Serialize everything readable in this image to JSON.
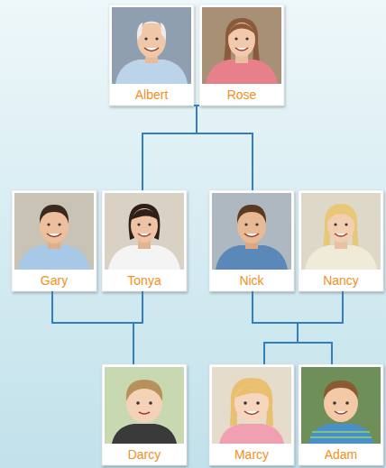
{
  "diagram": {
    "nodes": [
      {
        "text": [
          "Albert"
        ]
      },
      {
        "text": [
          "Rose"
        ]
      },
      {
        "text": [
          "Gary"
        ]
      },
      {
        "text": [
          "Tonya"
        ]
      },
      {
        "text": [
          "Nick"
        ]
      },
      {
        "text": [
          "Nancy"
        ]
      },
      {
        "text": [
          "Darcy"
        ]
      },
      {
        "text": [
          "Marcy"
        ]
      },
      {
        "text": [
          "Adam"
        ]
      }
    ],
    "edges": [
      {
        "from": 0,
        "to": 3,
        "arrow": "none"
      },
      {
        "from": 0,
        "to": 4,
        "arrow": "none"
      },
      {
        "from": 1,
        "to": 3,
        "arrow": "none"
      },
      {
        "from": 1,
        "to": 4,
        "arrow": "none"
      },
      {
        "from": 2,
        "to": 6,
        "arrow": "none"
      },
      {
        "from": 3,
        "to": 6,
        "arrow": "none"
      },
      {
        "from": 4,
        "to": 7,
        "arrow": "none"
      },
      {
        "from": 4,
        "to": 8,
        "arrow": "none"
      },
      {
        "from": 5,
        "to": 7,
        "arrow": "none"
      },
      {
        "from": 5,
        "to": 8,
        "arrow": "none"
      }
    ]
  }
}
